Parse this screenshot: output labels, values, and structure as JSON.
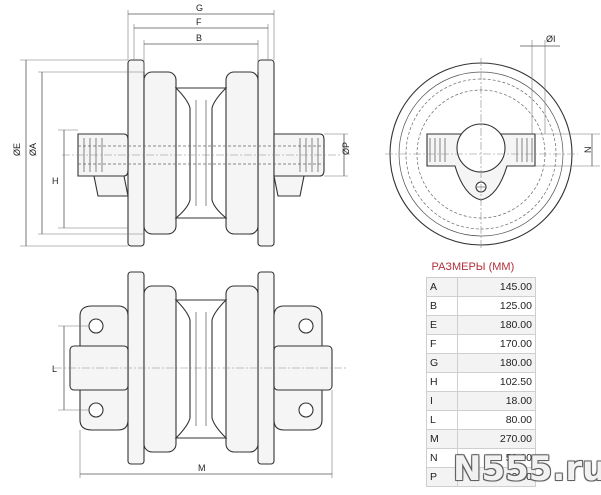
{
  "dimension_letters": {
    "G": "G",
    "F": "F",
    "B": "B",
    "E": "ØE",
    "A": "ØA",
    "H": "H",
    "P": "ØP",
    "I": "ØI",
    "N": "N",
    "L": "L",
    "M": "M"
  },
  "table": {
    "header": "РАЗМЕРЫ (ММ)",
    "rows": [
      {
        "key": "A",
        "value": "145.00"
      },
      {
        "key": "B",
        "value": "125.00"
      },
      {
        "key": "E",
        "value": "180.00"
      },
      {
        "key": "F",
        "value": "170.00"
      },
      {
        "key": "G",
        "value": "180.00"
      },
      {
        "key": "H",
        "value": "102.50"
      },
      {
        "key": "I",
        "value": "18.00"
      },
      {
        "key": "L",
        "value": "80.00"
      },
      {
        "key": "M",
        "value": "270.00"
      },
      {
        "key": "N",
        "value": "52.00"
      },
      {
        "key": "P",
        "value": "60.00"
      }
    ]
  },
  "watermark": "N555.ru",
  "colors": {
    "header": "#b0303c",
    "line": "#333333"
  }
}
